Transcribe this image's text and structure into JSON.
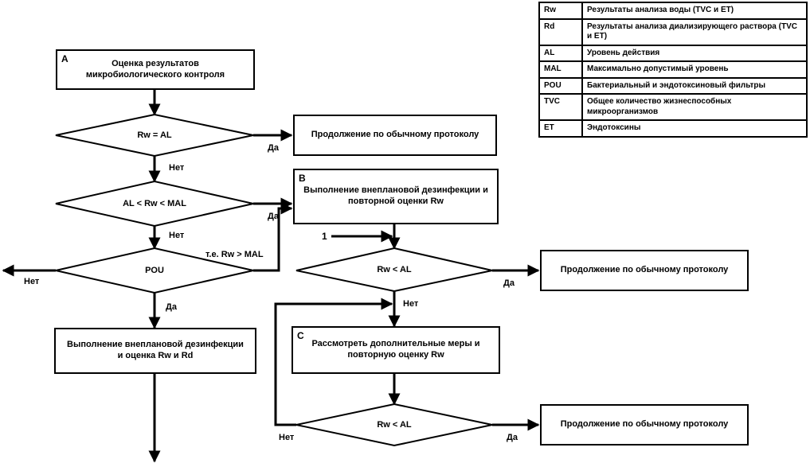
{
  "boxes": {
    "A": {
      "letter": "A",
      "text": "Оценка результатов микробиологического контроля"
    },
    "usual1": {
      "text": "Продолжение по обычному протоколу"
    },
    "B": {
      "letter": "B",
      "text": "Выполнение внеплановой дезинфекции и повторной оценки Rw"
    },
    "extra": {
      "text": "Выполнение внеплановой дезинфекции и оценка Rw и Rd"
    },
    "usual2": {
      "text": "Продолжение по обычному протоколу"
    },
    "C": {
      "letter": "C",
      "text": "Рассмотреть дополнительные меры и повторную оценку Rw"
    },
    "usual3": {
      "text": "Продолжение по обычному протоколу"
    }
  },
  "decisions": {
    "d1": "Rw = AL",
    "d2": "AL < Rw < MAL",
    "d3": "POU",
    "d4": "Rw < AL",
    "d5": "Rw < AL"
  },
  "labels": {
    "yes1": "Да",
    "no1": "Нет",
    "yes2": "Да",
    "no2": "Нет",
    "ie": "т.е. Rw > MAL",
    "no3": "Нет",
    "yes3": "Да",
    "one": "1",
    "yes4": "Да",
    "no4": "Нет",
    "no5": "Нет",
    "yes5": "Да"
  },
  "legend": [
    {
      "abbr": "Rw",
      "desc": "Результаты анализа воды (TVC и ET)"
    },
    {
      "abbr": "Rd",
      "desc": "Результаты анализа диализирующего раствора (TVC и ET)"
    },
    {
      "abbr": "AL",
      "desc": "Уровень действия"
    },
    {
      "abbr": "MAL",
      "desc": "Максимально допустимый уровень"
    },
    {
      "abbr": "POU",
      "desc": "Бактериальный и эндотоксиновый фильтры"
    },
    {
      "abbr": "TVC",
      "desc": "Общее количество жизнеспособных микроорганизмов"
    },
    {
      "abbr": "ET",
      "desc": "Эндотоксины"
    }
  ]
}
